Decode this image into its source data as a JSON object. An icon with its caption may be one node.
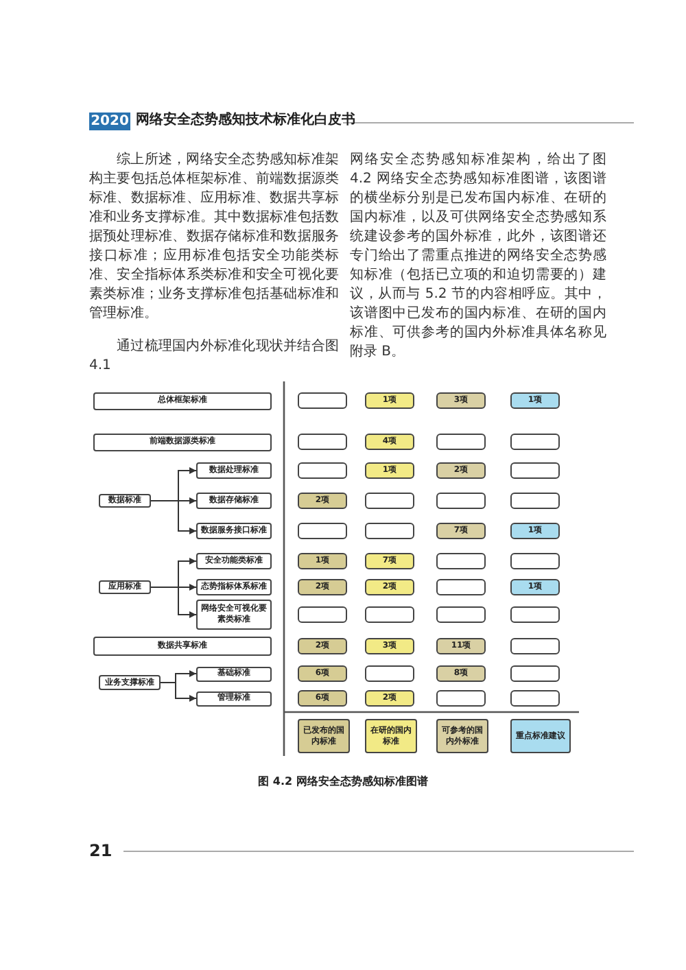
{
  "diagram": {
    "caption": "图 4.2 网络安全态势感知标准图谱",
    "nodes": [
      {
        "text": [
          "总体框架标准"
        ]
      },
      {
        "text": [],
        "shape": "box"
      },
      {
        "text": [
          "1项"
        ]
      },
      {
        "text": [
          "3项"
        ]
      },
      {
        "text": [
          "1项"
        ]
      },
      {
        "text": [
          "前端数据源类标准"
        ]
      },
      {
        "text": [],
        "shape": "box"
      },
      {
        "text": [
          "4项"
        ]
      },
      {
        "text": [],
        "shape": "box"
      },
      {
        "text": [],
        "shape": "box"
      },
      {
        "text": [
          "数据标准"
        ]
      },
      {
        "text": [
          "数据处理标准"
        ]
      },
      {
        "text": [],
        "shape": "box"
      },
      {
        "text": [
          "1项"
        ]
      },
      {
        "text": [
          "2项"
        ]
      },
      {
        "text": [],
        "shape": "box"
      },
      {
        "text": [
          "数据存储标准"
        ]
      },
      {
        "text": [
          "2项"
        ]
      },
      {
        "text": [],
        "shape": "box"
      },
      {
        "text": [],
        "shape": "box"
      },
      {
        "text": [],
        "shape": "box"
      },
      {
        "text": [
          "数据服务接口标准"
        ]
      },
      {
        "text": [],
        "shape": "box"
      },
      {
        "text": [],
        "shape": "box"
      },
      {
        "text": [
          "7项"
        ]
      },
      {
        "text": [
          "1项"
        ]
      },
      {
        "text": [
          "应用标准"
        ]
      },
      {
        "text": [
          "安全功能类标准"
        ]
      },
      {
        "text": [
          "1项"
        ]
      },
      {
        "text": [
          "7项"
        ]
      },
      {
        "text": [],
        "shape": "box"
      },
      {
        "text": [],
        "shape": "box"
      },
      {
        "text": [
          "态势指标体系标准"
        ]
      },
      {
        "text": [
          "2项"
        ]
      },
      {
        "text": [
          "2项"
        ]
      },
      {
        "text": [],
        "shape": "box"
      },
      {
        "text": [
          "1项"
        ]
      },
      {
        "text": [
          "网络安全可视化要素类标准"
        ]
      },
      {
        "text": [],
        "shape": "box"
      },
      {
        "text": [],
        "shape": "box"
      },
      {
        "text": [],
        "shape": "box"
      },
      {
        "text": [],
        "shape": "box"
      },
      {
        "text": [
          "数据共享标准"
        ]
      },
      {
        "text": [
          "2项"
        ]
      },
      {
        "text": [
          "3项"
        ]
      },
      {
        "text": [
          "11项"
        ]
      },
      {
        "text": [],
        "shape": "box"
      },
      {
        "text": [
          "业务支撑标准"
        ]
      },
      {
        "text": [
          "基础标准"
        ]
      },
      {
        "text": [
          "6项"
        ]
      },
      {
        "text": [],
        "shape": "box"
      },
      {
        "text": [
          "8项"
        ]
      },
      {
        "text": [],
        "shape": "box"
      },
      {
        "text": [
          "管理标准"
        ]
      },
      {
        "text": [
          "6项"
        ]
      },
      {
        "text": [
          "2项"
        ]
      },
      {
        "text": [],
        "shape": "box"
      },
      {
        "text": [],
        "shape": "box"
      }
    ],
    "edges": [
      {
        "from": 10,
        "to": 11,
        "arrow": "to"
      },
      {
        "from": 10,
        "to": 16,
        "arrow": "to"
      },
      {
        "from": 10,
        "to": 21,
        "arrow": "to"
      },
      {
        "from": 26,
        "to": 27,
        "arrow": "to"
      },
      {
        "from": 26,
        "to": 32,
        "arrow": "to"
      },
      {
        "from": 26,
        "to": 37,
        "arrow": "to"
      },
      {
        "from": 47,
        "to": 48,
        "arrow": "to"
      },
      {
        "from": 47,
        "to": 53,
        "arrow": "to"
      }
    ],
    "labels": [
      "2020",
      "网络安全态势感知技术标准化白皮书",
      "综上所述，网络安全态势感知标准架构主要包括总体框架标准、前端数据源类标准、数据标准、应用标准、数据共享标准和业务支撑标准。其中数据标准包括数据预处理标准、数据存储标准和数据服务接口标准；应用标准包括安全功能类标准、安全指标体系类标准和安全可视化要素类标准；业务支撑标准包括基础标准和管理标准。",
      "通过梳理国内外标准化现状并结合图 4.1",
      "网络安全态势感知标准架构，给出了图 4.2 网络安全态势感知标准图谱，该图谱的横坐标分别是已发布国内标准、在研的国内标准，以及可供网络安全态势感知系统建设参考的国外标准，此外，该图谱还专门给出了需重点推进的网络安全态势感知标准（包括已立项的和迫切需要的）建议，从而与 5.2 节的内容相呼应。其中，该谱图中已发布的国内标准、在研的国内标准、可供参考的国内外标准具体名称见附录 B。",
      "21"
    ],
    "legend": [
      {
        "text": "已发布的国内标准",
        "color": "#d6cc94"
      },
      {
        "text": "在研的国内标准",
        "color": "#f2ea86"
      },
      {
        "text": "可参考的国内外标准",
        "color": "#d9d0a4"
      },
      {
        "text": "重点标准建议",
        "color": "#a9dcef"
      }
    ]
  }
}
